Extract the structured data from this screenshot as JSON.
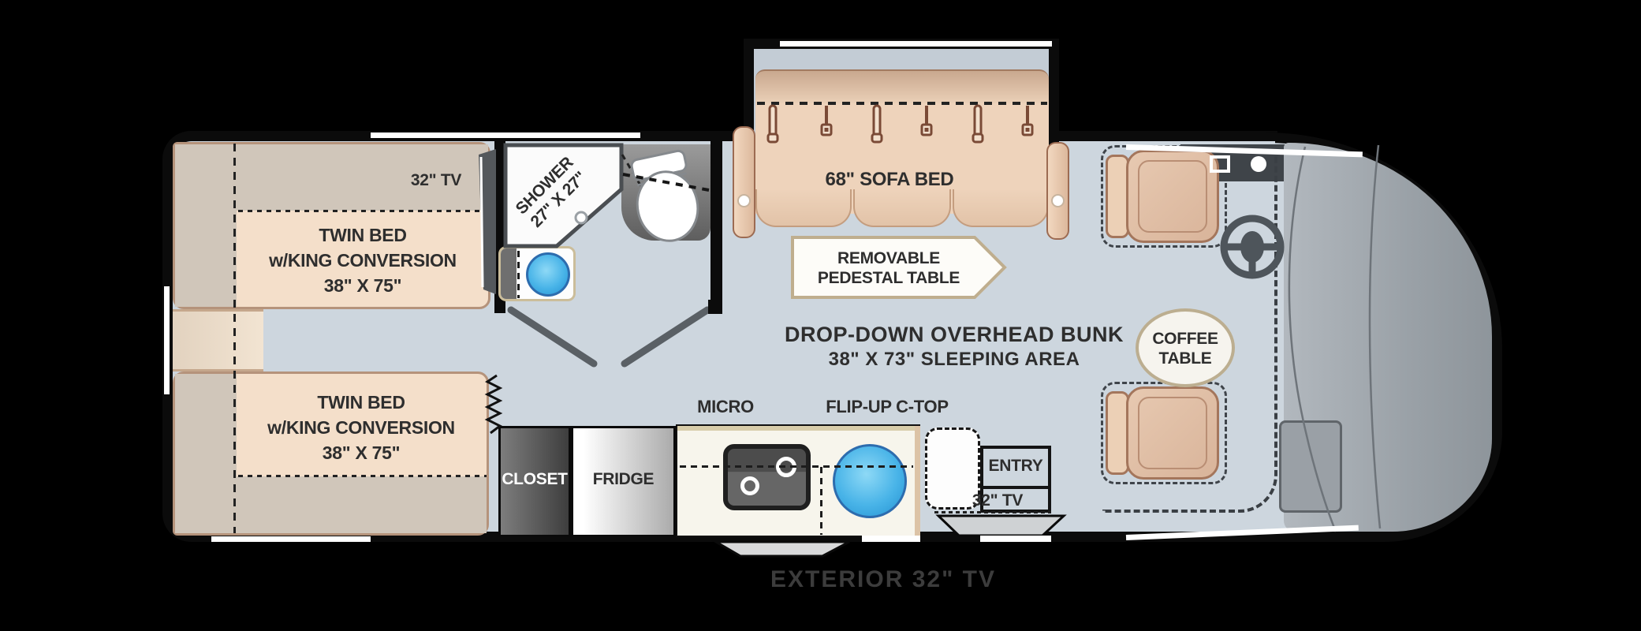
{
  "colors": {
    "background": "#000000",
    "floor": "#cdd6de",
    "wall": "#0b0b0b",
    "bed_light": "#f4dfca",
    "bed_dark": "#d0c6ba",
    "sofa_tan": "#eed3bb",
    "sink_blue": "#49b4e8",
    "label_text": "#2e2e2e"
  },
  "floorplan": {
    "bedroom": {
      "tv_label": "32\" TV",
      "bed_top": "TWIN BED\nw/KING CONVERSION\n38\" X 75\"",
      "bed_bottom": "TWIN BED\nw/KING CONVERSION\n38\" X 75\""
    },
    "bathroom": {
      "shower": "SHOWER\n27\" X 27\""
    },
    "kitchen": {
      "closet": "CLOSET",
      "fridge": "FRIDGE",
      "micro": "MICRO",
      "flip_up": "FLIP-UP C-TOP"
    },
    "living": {
      "sofa": "68\" SOFA BED",
      "pedestal_table": "REMOVABLE\nPEDESTAL TABLE",
      "bunk_line1": "DROP-DOWN OVERHEAD BUNK",
      "bunk_line2": "38\" X 73\" SLEEPING AREA",
      "coffee_table": "COFFEE\nTABLE"
    },
    "entry": {
      "door": "ENTRY",
      "tv": "32\" TV"
    },
    "exterior": {
      "tv": "EXTERIOR 32\" TV"
    }
  }
}
